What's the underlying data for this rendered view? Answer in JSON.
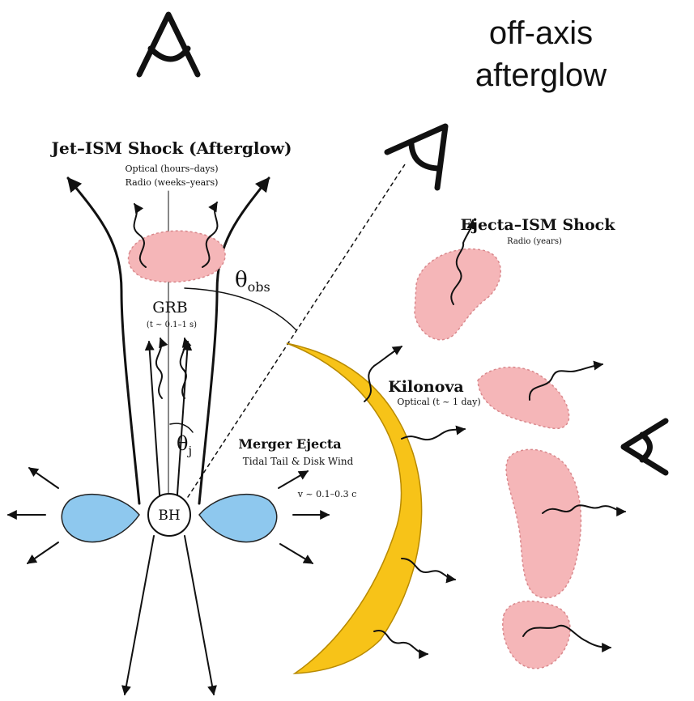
{
  "annotation": {
    "line1": "off-axis",
    "line2": "afterglow"
  },
  "labels": {
    "jet_shock_title": "Jet–ISM Shock (Afterglow)",
    "jet_shock_optical": "Optical (hours–days)",
    "jet_shock_radio": "Radio (weeks–years)",
    "grb_title": "GRB",
    "grb_time": "(t ~ 0.1–1 s)",
    "theta_obs_symbol": "θ",
    "theta_obs_sub": "obs",
    "theta_j_symbol": "θ",
    "theta_j_sub": "j",
    "black_hole": "BH",
    "ejecta_title": "Merger Ejecta",
    "ejecta_sub": "Tidal Tail & Disk Wind",
    "ejecta_velocity": "v ~ 0.1–0.3 c",
    "kilonova_title": "Kilonova",
    "kilonova_sub": "Optical (t ~ 1 day)",
    "ejecta_shock_title": "Ejecta–ISM Shock",
    "ejecta_shock_sub": "Radio (years)"
  },
  "observers": [
    "eye-icon",
    "eye-icon",
    "eye-icon"
  ],
  "colors": {
    "disk": "#8ec8ee",
    "shock_blob": "#f5b6b8",
    "kilonova": "#f7c318",
    "ink": "#111111"
  }
}
